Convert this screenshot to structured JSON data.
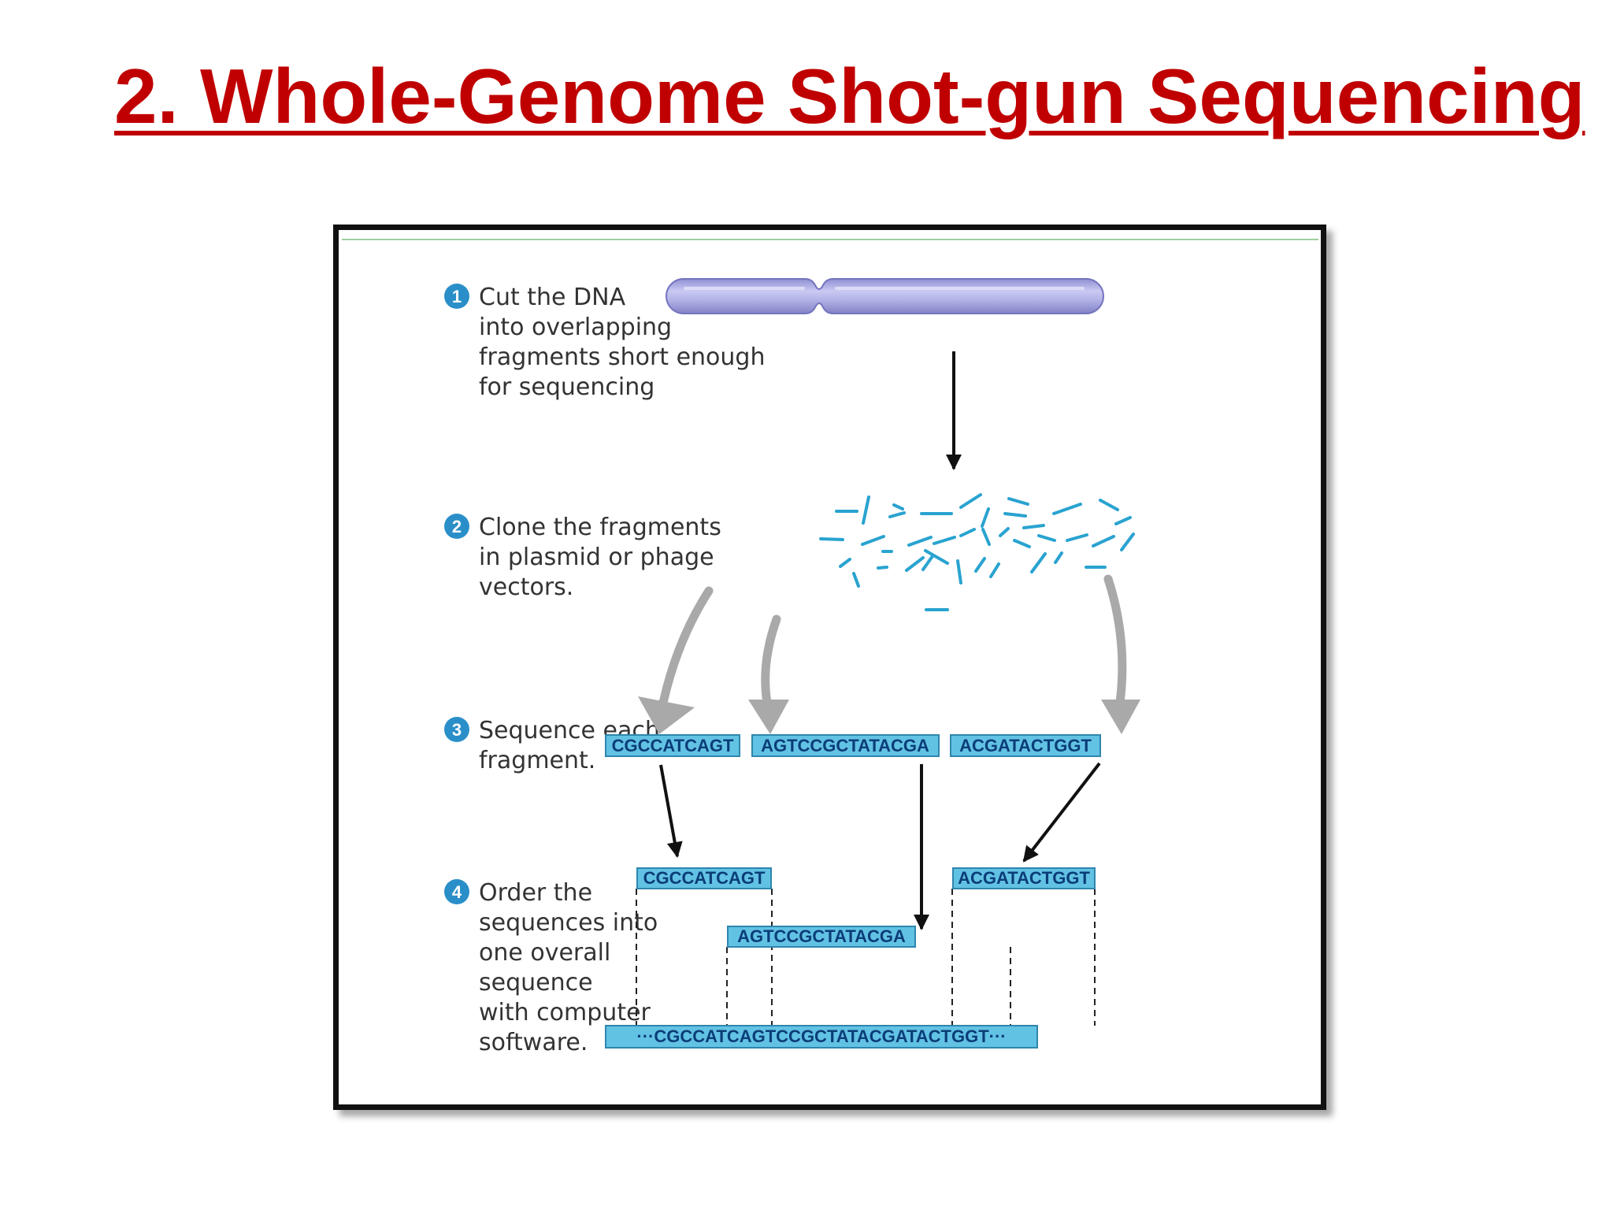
{
  "slide": {
    "title": "2. Whole-Genome Shot-gun Sequencing"
  },
  "figure": {
    "steps": [
      {
        "number": "1",
        "lines": [
          "Cut the DNA",
          "into overlapping",
          "fragments short enough",
          "for sequencing"
        ]
      },
      {
        "number": "2",
        "lines": [
          "Clone the fragments",
          "in plasmid or phage",
          "vectors."
        ]
      },
      {
        "number": "3",
        "lines": [
          "Sequence each",
          "fragment."
        ]
      },
      {
        "number": "4",
        "lines": [
          "Order the",
          "sequences into",
          "one overall",
          "sequence",
          "with computer",
          "software."
        ]
      }
    ],
    "fragments": [
      "CGCCATCAGT",
      "AGTCCGCTATACGA",
      "ACGATACTGGT"
    ],
    "ordered_fragments": [
      "CGCCATCAGT",
      "AGTCCGCTATACGA",
      "ACGATACTGGT"
    ],
    "consensus": "···CGCCATCAGTCCGCTATACGATACTGGT···"
  },
  "colors": {
    "title": "#c00000",
    "step_badge": "#2a8fc9",
    "sequence_box": "#62c2e4",
    "sequence_text": "#0b3d78",
    "fragment_line": "#29a3d0",
    "chromosome": "#b6b6e8",
    "gray_arrow": "#a9a9a9",
    "step_text": "#333333"
  }
}
